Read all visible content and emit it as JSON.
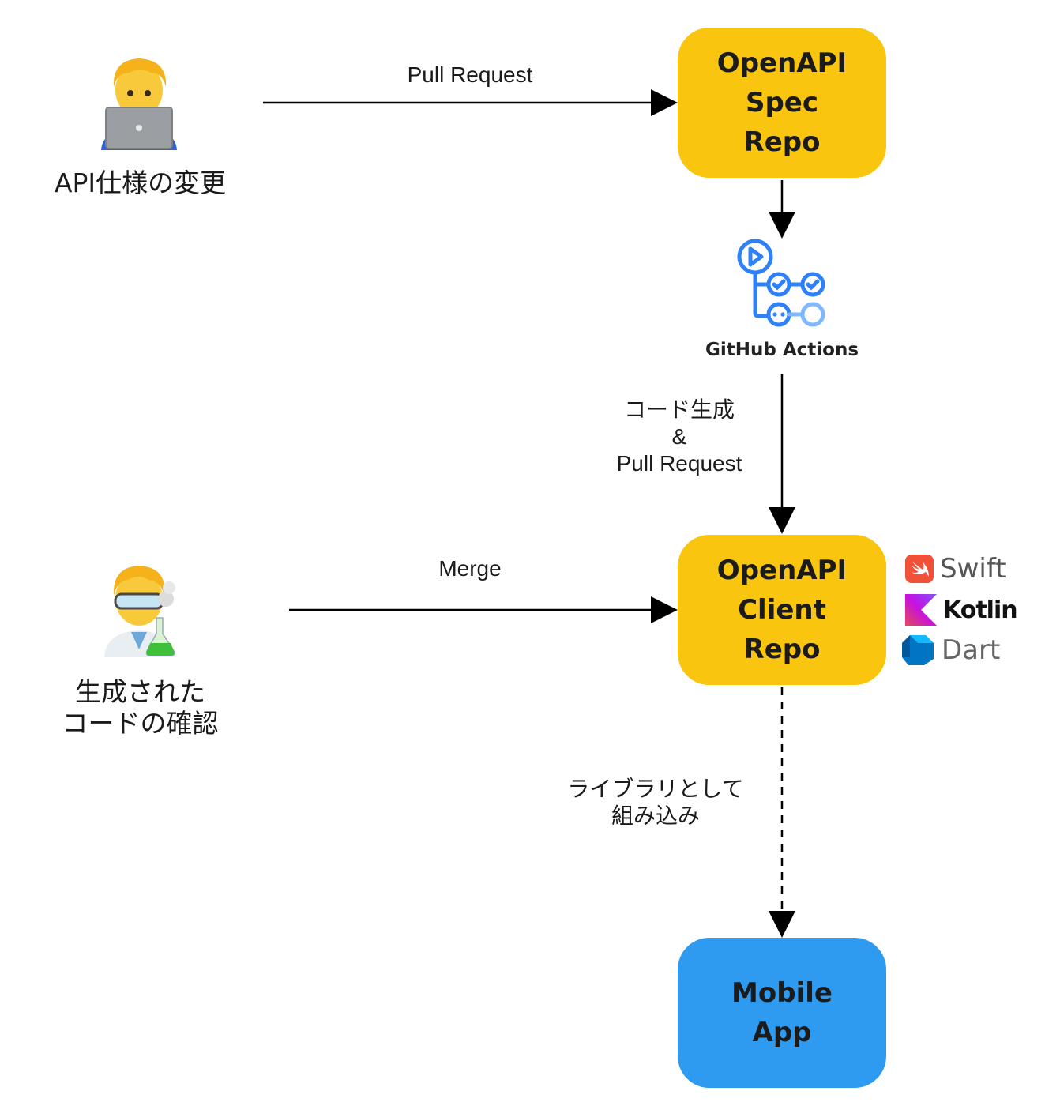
{
  "nodes": {
    "spec_repo": [
      "OpenAPI",
      "Spec",
      "Repo"
    ],
    "client_repo": [
      "OpenAPI",
      "Client",
      "Repo"
    ],
    "mobile_app": [
      "Mobile",
      "App"
    ]
  },
  "edges": {
    "pull_request": "Pull Request",
    "codegen": [
      "コード生成",
      "&",
      "Pull Request"
    ],
    "merge": "Merge",
    "embed": [
      "ライブラリとして",
      "組み込み"
    ]
  },
  "actors": {
    "developer_caption": "API仕様の変更",
    "reviewer_caption": [
      "生成された",
      "コードの確認"
    ]
  },
  "github_actions_label": "GitHub Actions",
  "languages": [
    {
      "name": "Swift",
      "icon": "swift-icon",
      "color": "#f05138"
    },
    {
      "name": "Kotlin",
      "icon": "kotlin-icon",
      "color": "#7f52ff"
    },
    {
      "name": "Dart",
      "icon": "dart-icon",
      "color": "#0175c2"
    }
  ],
  "colors": {
    "repo": "#f9c50f",
    "app": "#2e9bf0",
    "actions": "#2f81f7"
  }
}
